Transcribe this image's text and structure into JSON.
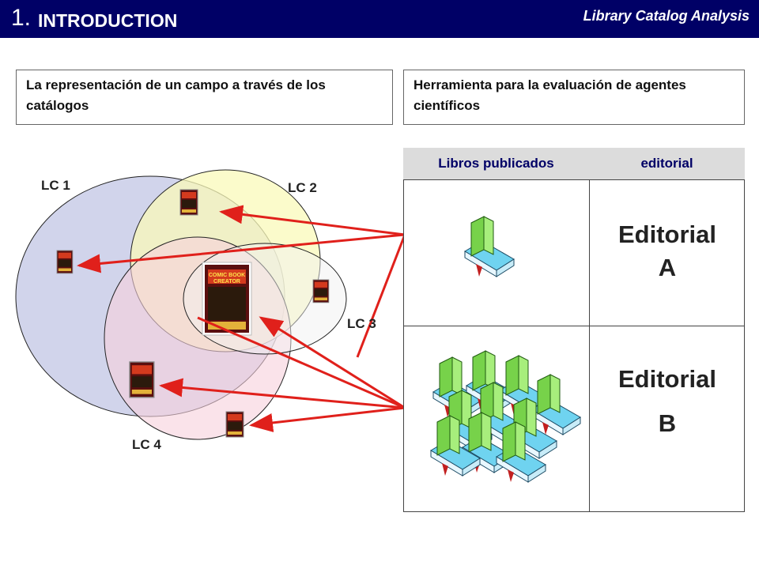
{
  "header": {
    "number": "1.",
    "title": "INTRODUCTION",
    "subtitle": "Library Catalog Analysis",
    "background": "#000066"
  },
  "boxes": {
    "left_text": "La representación de un campo a través de los catálogos",
    "right_text": "Herramienta para la evaluación de agentes científicos"
  },
  "venn": {
    "sets": [
      {
        "label": "LC 1",
        "color": "#c9cde8"
      },
      {
        "label": "LC 2",
        "color": "#fafab9"
      },
      {
        "label": "LC 3",
        "color": "#f1f1f1"
      },
      {
        "label": "LC 4",
        "color": "#f7d0dc"
      }
    ]
  },
  "table": {
    "headers": [
      "Libros publicados",
      "editorial"
    ],
    "rows": [
      {
        "editorial_line1": "Editorial",
        "editorial_line2": "A"
      },
      {
        "editorial_line1": "Editorial",
        "editorial_line2": "B"
      }
    ]
  },
  "book_cover_text": [
    "COMIC BOOK",
    "CREATOR"
  ],
  "arrow_color": "#e0201b"
}
